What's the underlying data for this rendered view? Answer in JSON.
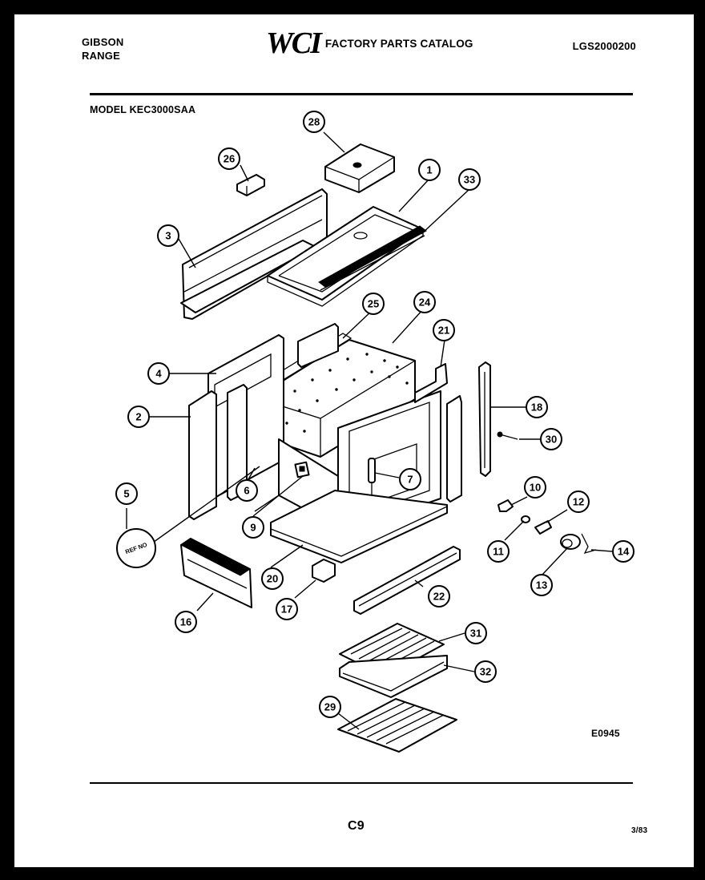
{
  "header": {
    "brand_line1": "GIBSON",
    "brand_line2": "RANGE",
    "logo_mark": "WCI",
    "catalog_title": "FACTORY PARTS CATALOG",
    "catalog_number": "LGS2000200"
  },
  "model_label": "MODEL KEC3000SAA",
  "diagram": {
    "title": "exploded-view",
    "callouts": [
      "1",
      "2",
      "3",
      "4",
      "5",
      "6",
      "7",
      "9",
      "10",
      "11",
      "12",
      "13",
      "14",
      "16",
      "17",
      "18",
      "20",
      "21",
      "22",
      "24",
      "25",
      "26",
      "28",
      "29",
      "30",
      "31",
      "32",
      "33"
    ],
    "badge_text": "REF NO"
  },
  "footer": {
    "diagram_code": "E0945",
    "page_label": "C9",
    "date": "3/83"
  }
}
